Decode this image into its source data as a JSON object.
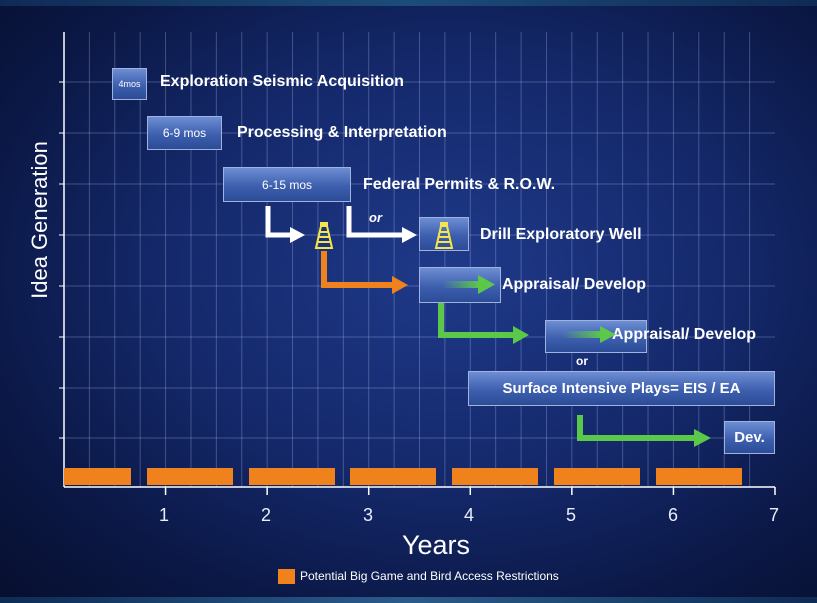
{
  "chart": {
    "y_axis_label": "Idea Generation",
    "x_axis_label": "Years",
    "x_ticks": [
      "1",
      "2",
      "3",
      "4",
      "5",
      "6",
      "7"
    ]
  },
  "steps": {
    "seismic": {
      "duration": "4mos",
      "label": "Exploration Seismic Acquisition"
    },
    "processing": {
      "duration": "6-9 mos",
      "label": "Processing & Interpretation"
    },
    "permits": {
      "duration": "6-15 mos",
      "label": "Federal Permits & R.O.W."
    },
    "drill": {
      "label": "Drill Exploratory Well",
      "or_label": "or"
    },
    "appraisal_1": {
      "label": "Appraisal/ Develop"
    },
    "appraisal_2": {
      "label": "Appraisal/ Develop",
      "or_label": "or"
    },
    "surface": {
      "label": "Surface Intensive Plays= EIS / EA"
    },
    "dev": {
      "label": "Dev."
    }
  },
  "legend": {
    "label": "Potential Big Game and Bird Access Restrictions"
  },
  "colors": {
    "restriction_bar": "#f0821e",
    "orange_arrow": "#f0821e",
    "green_arrow": "#5cc84a",
    "white_arrow": "#ffffff",
    "drill_rig": "#f4e64a"
  }
}
